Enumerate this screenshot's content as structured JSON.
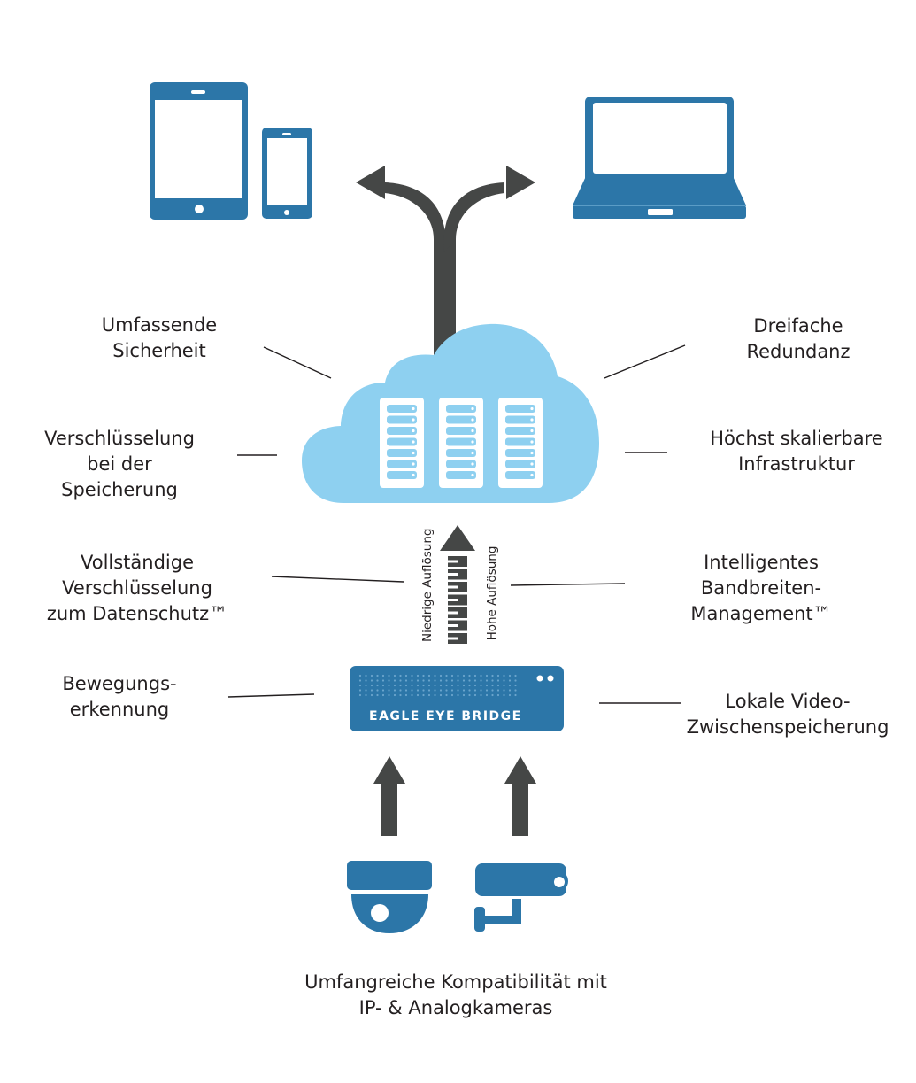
{
  "colors": {
    "device_blue": "#2c76a8",
    "cloud_blue": "#8ed0f0",
    "arrow_gray": "#454746",
    "line_black": "#231f20",
    "white": "#ffffff"
  },
  "icons": {
    "tablet": "tablet-icon",
    "phone": "smartphone-icon",
    "laptop": "laptop-icon",
    "cloud": "cloud-icon",
    "servers": "server-rack-icon",
    "bridge": "bridge-device-icon",
    "dome_camera": "dome-camera-icon",
    "bullet_camera": "bullet-camera-icon",
    "split_arrow": "split-arrow-icon",
    "bandwidth_arrow": "bandwidth-arrow-icon",
    "up_arrow": "up-arrow-icon"
  },
  "features": {
    "umfassende_sicherheit": [
      "Umfassende",
      "Sicherheit"
    ],
    "dreifache_redundanz": [
      "Dreifache",
      "Redundanz"
    ],
    "verschluesselung_speicherung": [
      "Verschlüsselung",
      "bei der",
      "Speicherung"
    ],
    "skalierbare_infrastruktur": [
      "Höchst skalierbare",
      "Infrastruktur"
    ],
    "vollstaendige_verschluesselung": [
      "Vollständige",
      "Verschlüsselung",
      "zum Datenschutz™"
    ],
    "bandbreiten_management": [
      "Intelligentes",
      "Bandbreiten-",
      "Management™"
    ],
    "bewegungserkennung": [
      "Bewegungs-",
      "erkennung"
    ],
    "lokale_zwischenspeicherung": [
      "Lokale Video-",
      "Zwischenspeicherung"
    ],
    "kompatibilitaet": [
      "Umfangreiche Kompatibilität mit",
      "IP- & Analogkameras"
    ]
  },
  "stream_labels": {
    "low": "Niedrige Auflösung",
    "high": "Hohe Auflösung"
  },
  "bridge": {
    "label": "EAGLE EYE BRIDGE"
  },
  "servers": {
    "count": 3,
    "slots_per_server": 7
  }
}
